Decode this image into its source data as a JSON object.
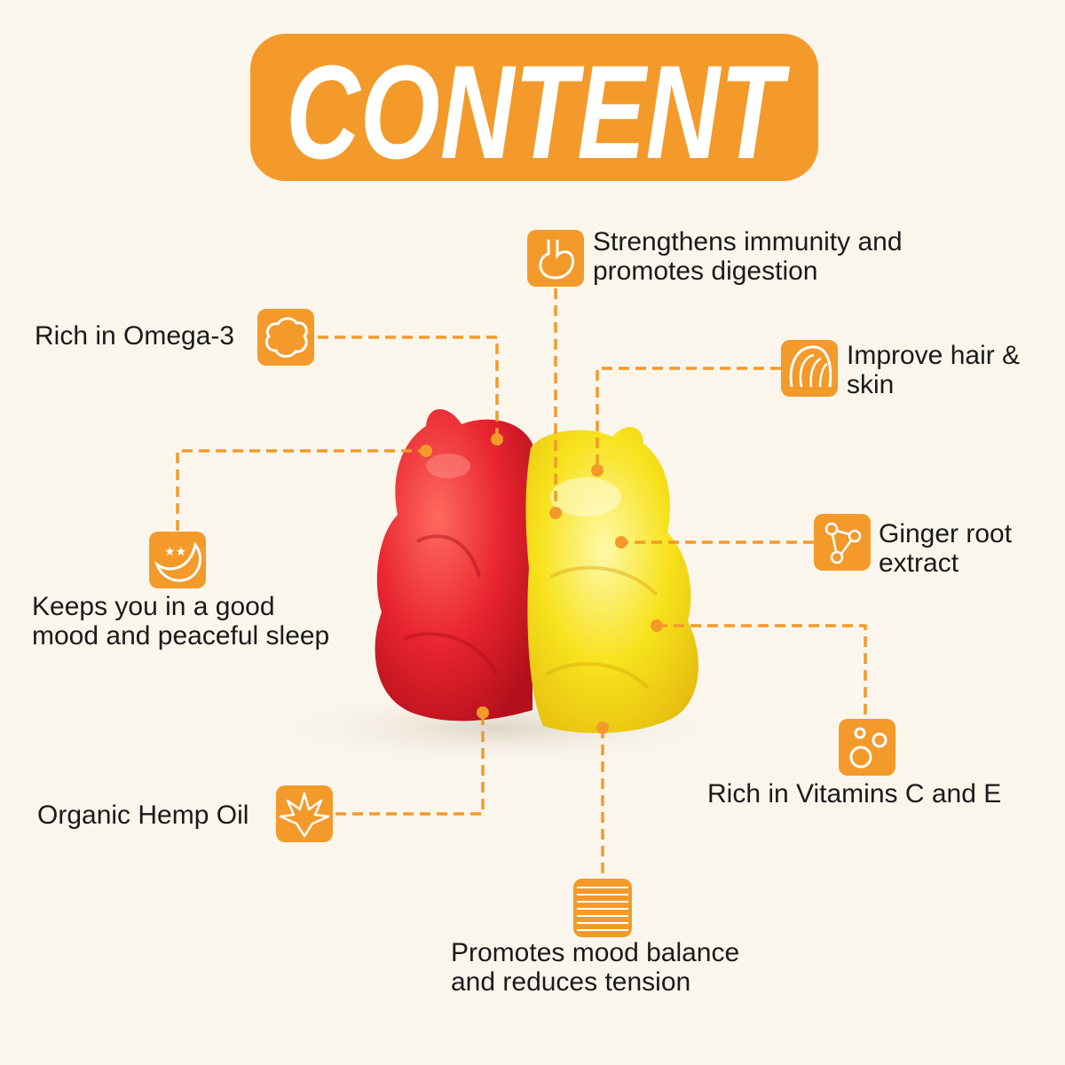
{
  "title": "CONTENT",
  "colors": {
    "accent": "#f39a2b",
    "background": "#fbf6ec",
    "red_bear": "#e8242f",
    "yellow_bear": "#f7e21c",
    "text": "#1a1a1a"
  },
  "features": [
    {
      "icon": "stomach-icon",
      "line1": "Strengthens immunity and",
      "line2": "promotes digestion"
    },
    {
      "icon": "brain-icon",
      "line1": "Rich in Omega-3",
      "line2": ""
    },
    {
      "icon": "hair-icon",
      "line1": "Improve hair &",
      "line2": "skin"
    },
    {
      "icon": "moon-stars-icon",
      "line1": "Keeps you in a good",
      "line2": "mood and peaceful sleep"
    },
    {
      "icon": "molecule-icon",
      "line1": "Ginger root",
      "line2": "extract"
    },
    {
      "icon": "bubbles-icon",
      "line1": "Rich in Vitamins C and E",
      "line2": ""
    },
    {
      "icon": "hemp-leaf-icon",
      "line1": "Organic Hemp Oil",
      "line2": ""
    },
    {
      "icon": "lines-icon",
      "line1": "Promotes mood balance",
      "line2": "and reduces tension"
    }
  ]
}
